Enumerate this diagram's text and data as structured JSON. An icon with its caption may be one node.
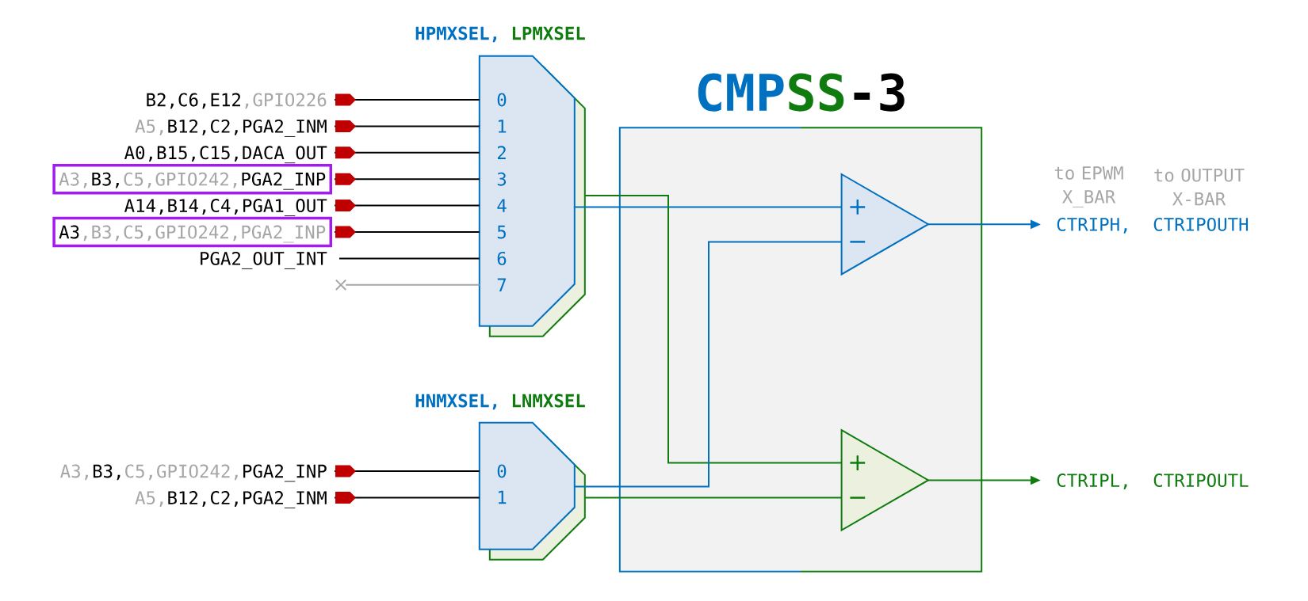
{
  "diagram": {
    "nodes": [
      {
        "text": [
          "HPMXSEL,",
          "LPMXSEL",
          "0",
          "1",
          "2",
          "3",
          "4",
          "5",
          "6",
          "7"
        ]
      },
      {
        "text": [
          "HNMXSEL,",
          "LNMXSEL",
          "0",
          "1"
        ]
      },
      {
        "text": [
          "CMP",
          "SS",
          "-3"
        ]
      },
      {
        "text": [
          "+",
          "−"
        ],
        "in": 2
      },
      {
        "text": [
          "+",
          "−"
        ],
        "in": 2
      },
      {
        "text": [
          "B2,C6,E12",
          ",GPIO226"
        ]
      },
      {
        "text": [
          "A5,",
          "B12,C2,PGA2_INM"
        ]
      },
      {
        "text": [
          "A0,B15,C15,DACA_OUT"
        ]
      },
      {
        "text": [
          "A3,",
          "B3,",
          "C5,GPIO242,",
          "PGA2_INP"
        ]
      },
      {
        "text": [
          "A14,B14,C4,PGA1_OUT"
        ]
      },
      {
        "text": [
          "A3",
          ",B3,C5,GPIO242,PGA2_INP"
        ]
      },
      {
        "text": [
          "PGA2_OUT_INT"
        ]
      },
      {
        "text": [],
        "shape": "cross"
      },
      {
        "text": [
          "A3,",
          "B3,",
          "C5,GPIO242,",
          "PGA2_INP"
        ]
      },
      {
        "text": [
          "A5,",
          "B12,C2,PGA2_INM"
        ]
      },
      {
        "text": [
          "CTRIPH,",
          "CTRIPOUTH"
        ]
      },
      {
        "text": [
          "CTRIPL,",
          "CTRIPOUTL"
        ]
      }
    ],
    "edges": [
      {
        "from": 5,
        "to": 0,
        "arrow": "other"
      },
      {
        "from": 6,
        "to": 0,
        "arrow": "other"
      },
      {
        "from": 7,
        "to": 0,
        "arrow": "other"
      },
      {
        "from": 8,
        "to": 0,
        "arrow": "other"
      },
      {
        "from": 9,
        "to": 0,
        "arrow": "other"
      },
      {
        "from": 10,
        "to": 0,
        "arrow": "other"
      },
      {
        "from": 11,
        "to": 0,
        "arrow": "none"
      },
      {
        "from": 12,
        "to": 0,
        "arrow": "none",
        "color": "#a6a6a6"
      },
      {
        "from": 13,
        "to": 1,
        "arrow": "other"
      },
      {
        "from": 14,
        "to": 1,
        "arrow": "other"
      },
      {
        "from": 0,
        "to": 3,
        "arrow": "none",
        "color": "#0070c0"
      },
      {
        "from": 0,
        "to": 4,
        "arrow": "none",
        "color": "#107c10"
      },
      {
        "from": 1,
        "to": 3,
        "arrow": "none",
        "color": "#0070c0"
      },
      {
        "from": 1,
        "to": 4,
        "arrow": "none",
        "color": "#107c10"
      },
      {
        "from": 3,
        "to": 15,
        "arrow": "to",
        "color": "#0070c0"
      },
      {
        "from": 4,
        "to": 16,
        "arrow": "to",
        "color": "#107c10"
      }
    ],
    "labels": [
      "to EPWM X_BAR",
      "to OUTPUT X-BAR"
    ]
  }
}
